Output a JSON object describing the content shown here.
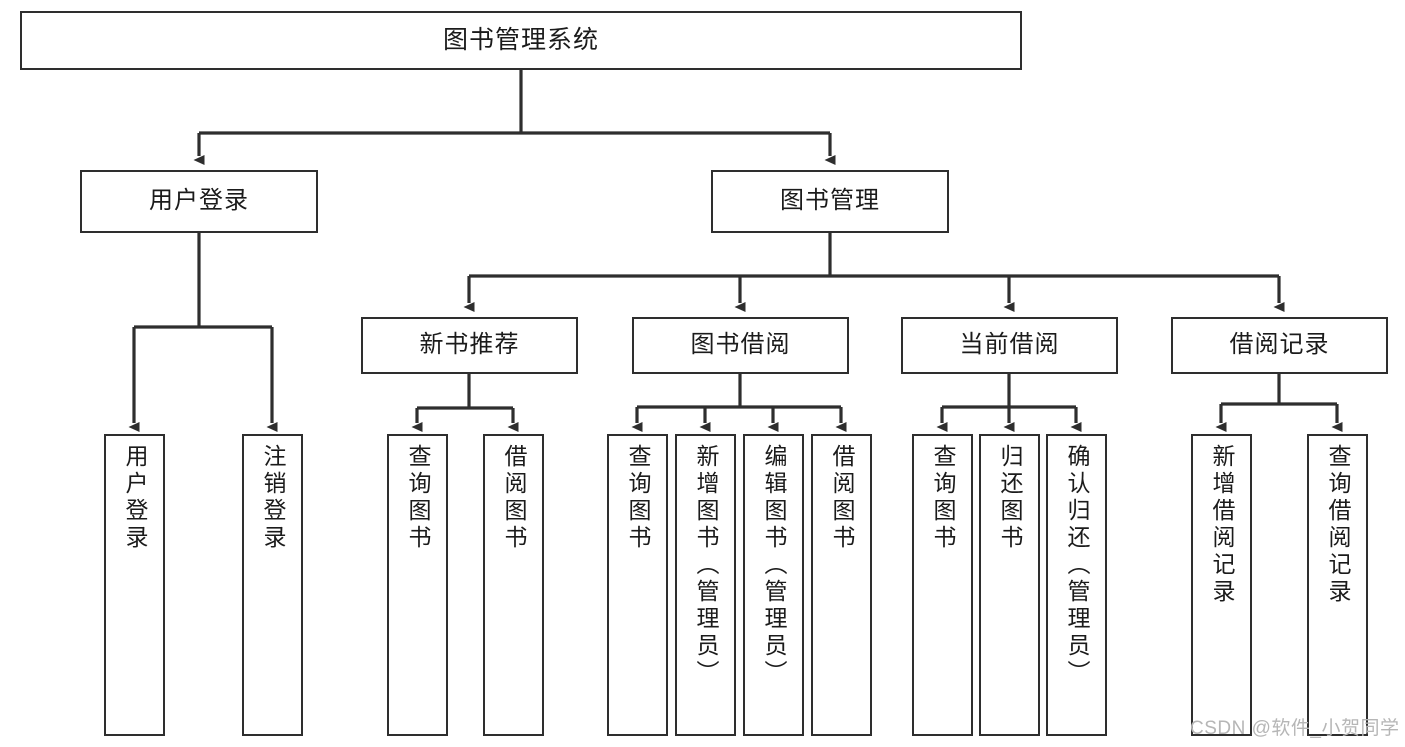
{
  "diagram": {
    "title": "图书管理系统",
    "type": "hierarchy-tree",
    "colors": {
      "stroke": "#2e2e2e",
      "fill": "#ffffff",
      "text": "#1b1b1b",
      "watermark": "#b6b6b6"
    },
    "nodes": {
      "root": {
        "label": "图书管理系统",
        "level": 1
      },
      "level2": [
        {
          "id": "user-login",
          "label": "用户登录"
        },
        {
          "id": "book-management",
          "label": "图书管理"
        }
      ],
      "level3": [
        {
          "id": "new-book-recommend",
          "label": "新书推荐",
          "parent": "book-management"
        },
        {
          "id": "book-borrow",
          "label": "图书借阅",
          "parent": "book-management"
        },
        {
          "id": "current-borrow",
          "label": "当前借阅",
          "parent": "book-management"
        },
        {
          "id": "borrow-record",
          "label": "借阅记录",
          "parent": "book-management"
        }
      ],
      "leaves": [
        {
          "id": "leaf-user-login",
          "label": "用户登录",
          "parent": "user-login"
        },
        {
          "id": "leaf-logout-login",
          "label": "注销登录",
          "parent": "user-login"
        },
        {
          "id": "leaf-query-book-1",
          "label": "查询图书",
          "parent": "new-book-recommend"
        },
        {
          "id": "leaf-borrow-book-1",
          "label": "借阅图书",
          "parent": "new-book-recommend"
        },
        {
          "id": "leaf-query-book-2",
          "label": "查询图书",
          "parent": "book-borrow"
        },
        {
          "id": "leaf-add-book",
          "label": "新增图书（管理员）",
          "parent": "book-borrow"
        },
        {
          "id": "leaf-edit-book",
          "label": "编辑图书（管理员）",
          "parent": "book-borrow"
        },
        {
          "id": "leaf-borrow-book-2",
          "label": "借阅图书",
          "parent": "book-borrow"
        },
        {
          "id": "leaf-query-book-3",
          "label": "查询图书",
          "parent": "current-borrow"
        },
        {
          "id": "leaf-return-book",
          "label": "归还图书",
          "parent": "current-borrow"
        },
        {
          "id": "leaf-confirm-return",
          "label": "确认归还（管理员）",
          "parent": "current-borrow"
        },
        {
          "id": "leaf-add-record",
          "label": "新增借阅记录",
          "parent": "borrow-record"
        },
        {
          "id": "leaf-query-record",
          "label": "查询借阅记录",
          "parent": "borrow-record"
        }
      ]
    },
    "watermark": "CSDN @软件_小贺同学"
  }
}
